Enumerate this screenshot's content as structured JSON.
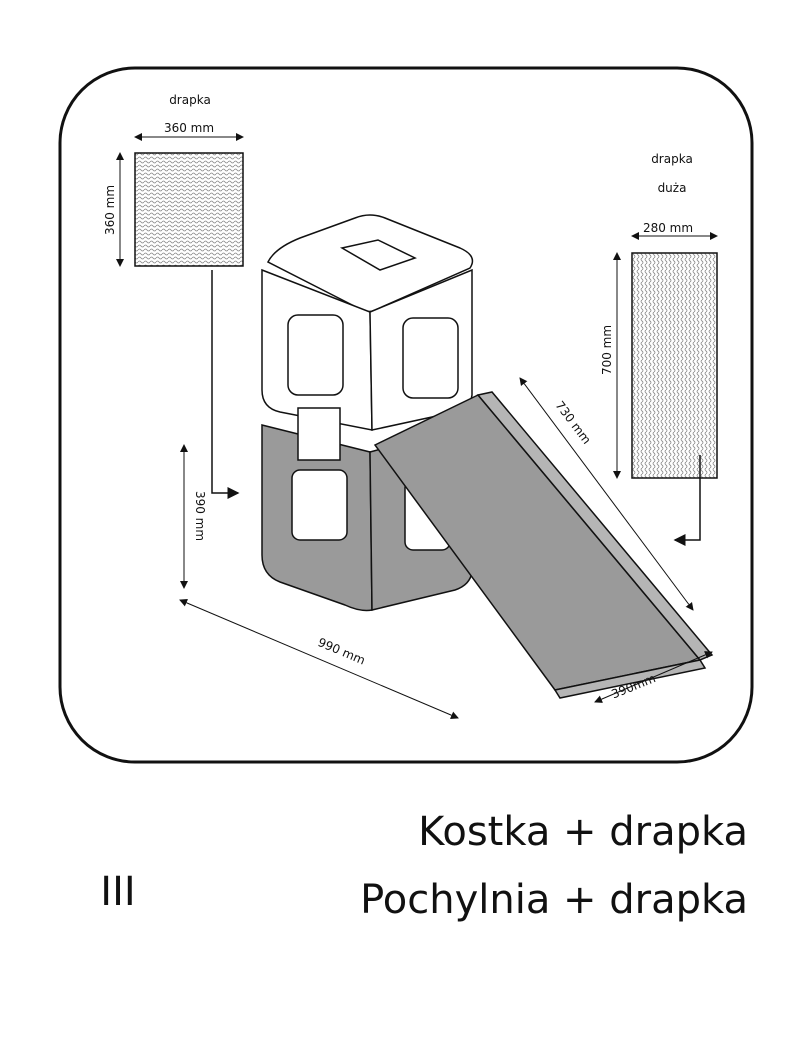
{
  "scratch_small": {
    "title": "drapka",
    "width": "360 mm",
    "height": "360 mm"
  },
  "scratch_large": {
    "title_line1": "drapka",
    "title_line2": "duża",
    "width": "280 mm",
    "height": "700 mm"
  },
  "dimensions": {
    "cube_height": "390 mm",
    "length": "990 mm",
    "slide_length": "730 mm",
    "slide_width": "390mm"
  },
  "set_number": "III",
  "caption": {
    "line1": "Kostka + drapka",
    "line2": "Pochylnia + drapka"
  },
  "colors": {
    "gray": "#9a9a9a",
    "outline": "#111111"
  }
}
